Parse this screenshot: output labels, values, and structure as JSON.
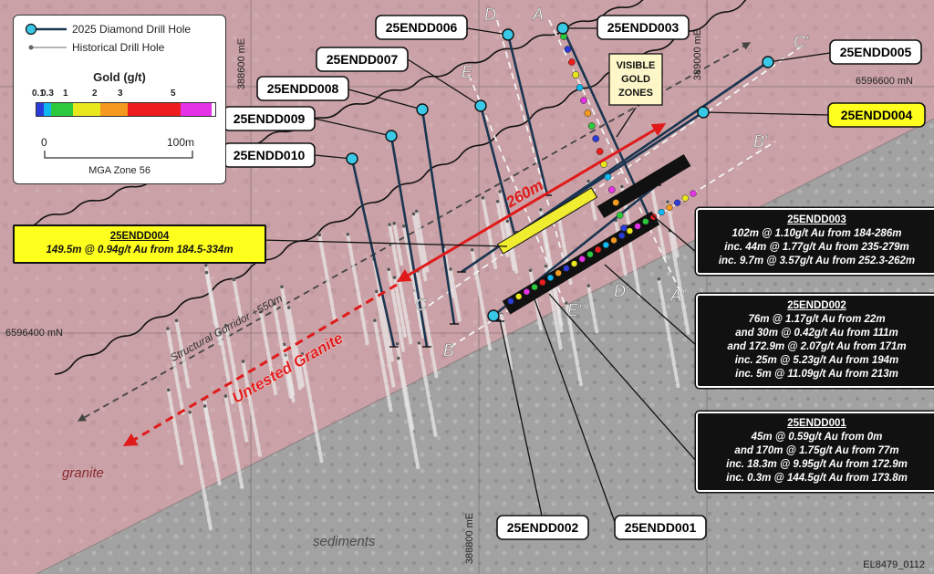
{
  "legend": {
    "items": [
      {
        "label": "2025 Diamond Drill Hole",
        "icon": "diamond-drill-hole-icon"
      },
      {
        "label": "Historical Drill Hole",
        "icon": "historical-drill-hole-icon"
      }
    ],
    "gold_title": "Gold (g/t)",
    "gold_ticks": [
      "0.1",
      "0.3",
      "1",
      "2",
      "3",
      "5"
    ],
    "gold_bins": [
      {
        "from": 0,
        "to": 0.1,
        "color": "#2a3bd8"
      },
      {
        "from": 0.1,
        "to": 0.3,
        "color": "#11b7f0"
      },
      {
        "from": 0.3,
        "to": 1,
        "color": "#2dc93c"
      },
      {
        "from": 1,
        "to": 2,
        "color": "#e8e81c"
      },
      {
        "from": 2,
        "to": 3,
        "color": "#f59a1e"
      },
      {
        "from": 3,
        "to": 5,
        "color": "#ee1c1c"
      },
      {
        "from": 5,
        "to": 10,
        "color": "#e632e6"
      }
    ],
    "scale_start": "0",
    "scale_end": "100m",
    "projection": "MGA Zone 56"
  },
  "grid": {
    "easting_388600": "388600 mE",
    "easting_388800": "388800 mE",
    "easting_389000": "389000 mE",
    "northing_6596600": "6596600 mN",
    "northing_6596400": "6596400 mN"
  },
  "section_labels": {
    "a": "A",
    "a_prime": "A'",
    "b": "B",
    "b_prime": "B'",
    "c": "C",
    "c_prime": "C'",
    "d": "D",
    "d_prime": "D'",
    "e": "E",
    "e_prime": "E'"
  },
  "hole_labels": {
    "h001": "25ENDD001",
    "h002": "25ENDD002",
    "h003": "25ENDD003",
    "h004": "25ENDD004",
    "h005": "25ENDD005",
    "h006": "25ENDD006",
    "h007": "25ENDD007",
    "h008": "25ENDD008",
    "h009": "25ENDD009",
    "h010": "25ENDD010"
  },
  "annotations": {
    "visible_gold": [
      "VISIBLE",
      "GOLD",
      "ZONES"
    ],
    "distance": "260m",
    "structural_corridor": "Structural Corridor  +550m",
    "untested_granite": "Untested Granite",
    "granite": "granite",
    "sediments": "sediments",
    "figure_id": "EL8479_0112"
  },
  "callouts": {
    "c004": {
      "title": "25ENDD004",
      "lines": [
        "149.5m @ 0.94g/t Au from 184.5-334m"
      ]
    },
    "c003": {
      "title": "25ENDD003",
      "lines": [
        "102m @ 1.10g/t Au from 184-286m",
        "inc. 44m @ 1.77g/t Au from 235-279m",
        "inc. 9.7m @ 3.57g/t Au from 252.3-262m"
      ]
    },
    "c002": {
      "title": "25ENDD002",
      "lines": [
        "76m @ 1.17g/t Au from 22m",
        "and 30m @ 0.42g/t Au from 111m",
        "and 172.9m @ 2.07g/t Au from 171m",
        "inc. 25m @ 5.23g/t Au from 194m",
        "inc. 5m @ 11.09g/t Au from 213m"
      ]
    },
    "c001": {
      "title": "25ENDD001",
      "lines": [
        "45m @ 0.59g/t Au from 0m",
        "and 170m @ 1.75g/t Au from 77m",
        "inc. 18.3m @ 9.95g/t Au from 172.9m",
        "inc. 0.3m @ 144.5g/t Au from 173.8m"
      ]
    }
  },
  "colors": {
    "granite_zone": "#c9a1a6",
    "sediment_zone": "#a3a2a2",
    "drill_trace": "#1a3550",
    "collar": "#39c8e6",
    "arrow_red": "#e01a1a",
    "highlight_yellow": "#ffff1e"
  }
}
